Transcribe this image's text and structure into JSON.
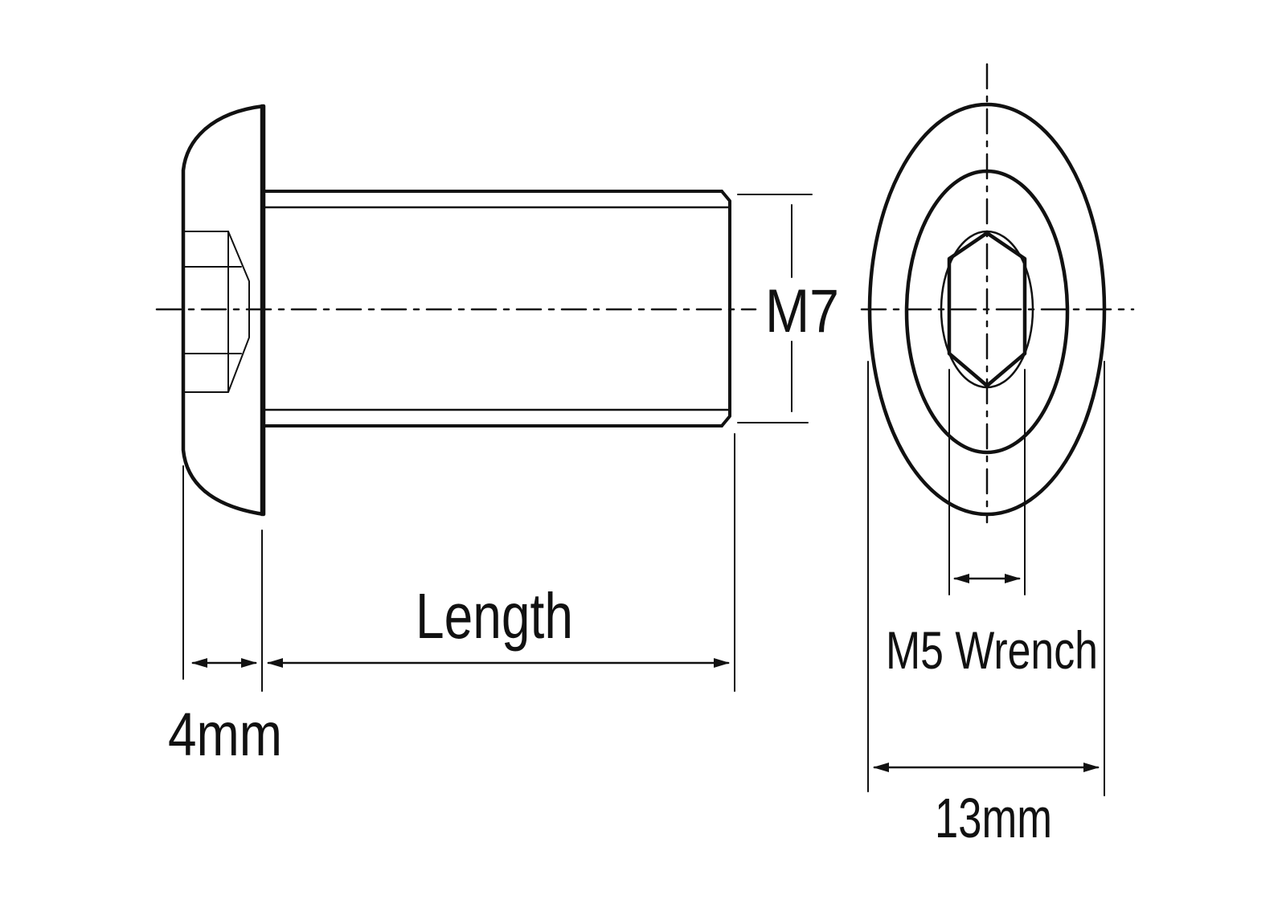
{
  "labels": {
    "head_height": "4mm",
    "length": "Length",
    "thread": "M7",
    "wrench": "M5 Wrench",
    "head_diameter": "13mm"
  },
  "colors": {
    "line": "#111111",
    "background": "#ffffff"
  }
}
